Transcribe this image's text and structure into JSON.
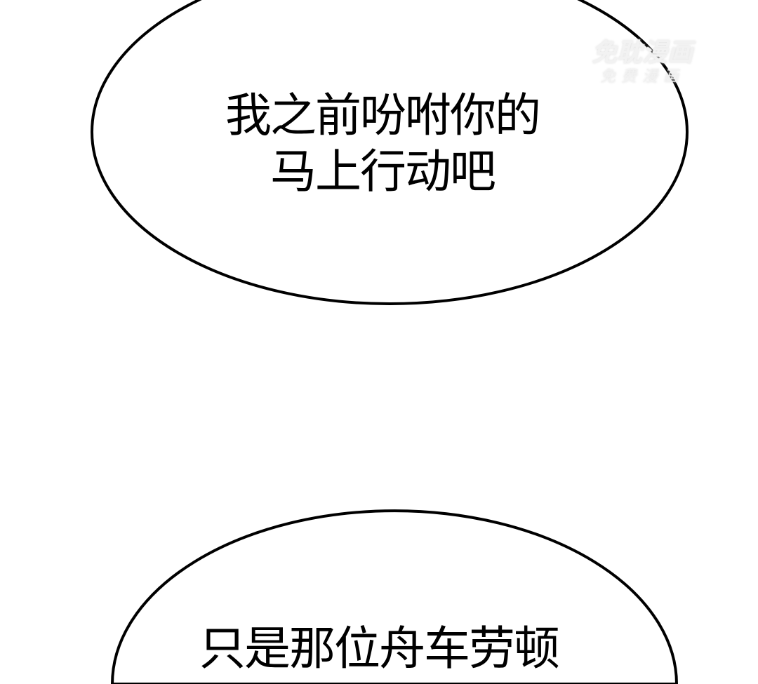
{
  "bubbles": [
    {
      "lines": [
        "我之前吩咐你的",
        "马上行动吧"
      ]
    },
    {
      "lines": [
        "只是那位舟车劳顿"
      ]
    }
  ],
  "watermark": {
    "line1": "免耽漫画",
    "line2": "免费漫画"
  }
}
